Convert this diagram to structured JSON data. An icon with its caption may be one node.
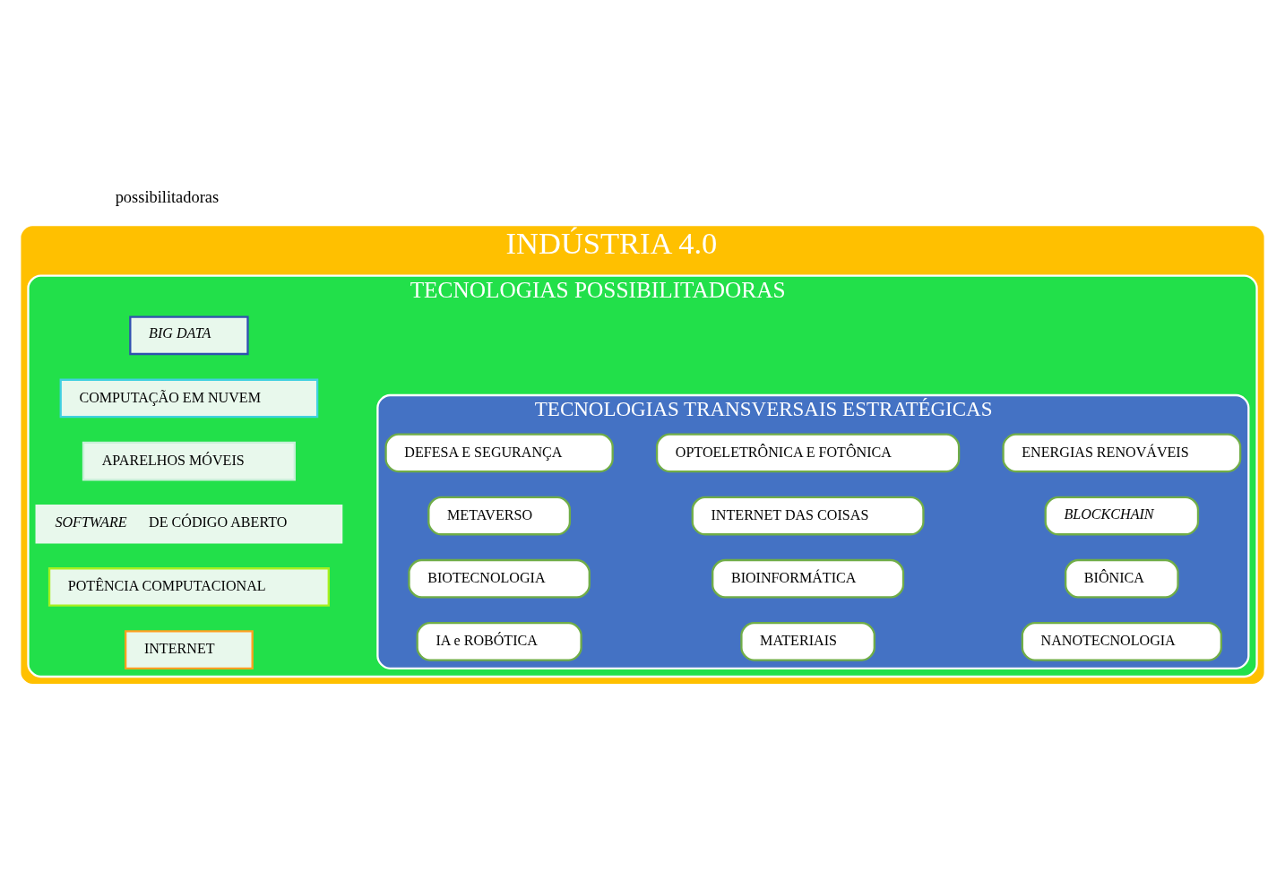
{
  "diagram": {
    "nodes": [
      {
        "text": [
          "INDÚSTRIA 4.0"
        ]
      },
      {
        "text": [
          "TECNOLOGIAS POSSIBILITADORAS"
        ],
        "in": 0
      },
      {
        "text": [
          "TECNOLOGIAS TRANSVERSAIS ESTRATÉGICAS"
        ],
        "in": 1
      },
      {
        "text": [
          "INTERNET"
        ],
        "in": 1
      },
      {
        "text": [
          "POTÊNCIA COMPUTACIONAL"
        ],
        "in": 1
      },
      {
        "text": [
          "*SOFTWARE* DE CÓDIGO ABERTO"
        ],
        "in": 1
      },
      {
        "text": [
          "APARELHOS MÓVEIS"
        ],
        "in": 1
      },
      {
        "text": [
          "COMPUTAÇÃO EM NUVEM"
        ],
        "in": 1
      },
      {
        "text": [
          "BIG DATA"
        ],
        "in": 1
      },
      {
        "text": [
          "IA e ROBÓTICA"
        ],
        "in": 2
      },
      {
        "text": [
          "MATERIAIS"
        ],
        "in": 2
      },
      {
        "text": [
          "NANOTECNOLOGIA"
        ],
        "in": 2
      },
      {
        "text": [
          "BIOTECNOLOGIA"
        ],
        "in": 2
      },
      {
        "text": [
          "BIOINFORMÁTICA"
        ],
        "in": 2
      },
      {
        "text": [
          "BIÔNICA"
        ],
        "in": 2
      },
      {
        "text": [
          "METAVERSO"
        ],
        "in": 2
      },
      {
        "text": [
          "INTERNET DAS COISAS"
        ],
        "in": 2
      },
      {
        "text": [
          "BLOCKCHAIN"
        ],
        "in": 2
      },
      {
        "text": [
          "DEFESA E SEGURANÇA"
        ],
        "in": 2
      },
      {
        "text": [
          "OPTOELETRÔNICA E FOTÔNICA"
        ],
        "in": 2
      },
      {
        "text": [
          "ENERGIAS RENOVÁVEIS"
        ],
        "in": 2
      }
    ],
    "edges": [],
    "labels": [
      "possibilitadoras"
    ]
  }
}
